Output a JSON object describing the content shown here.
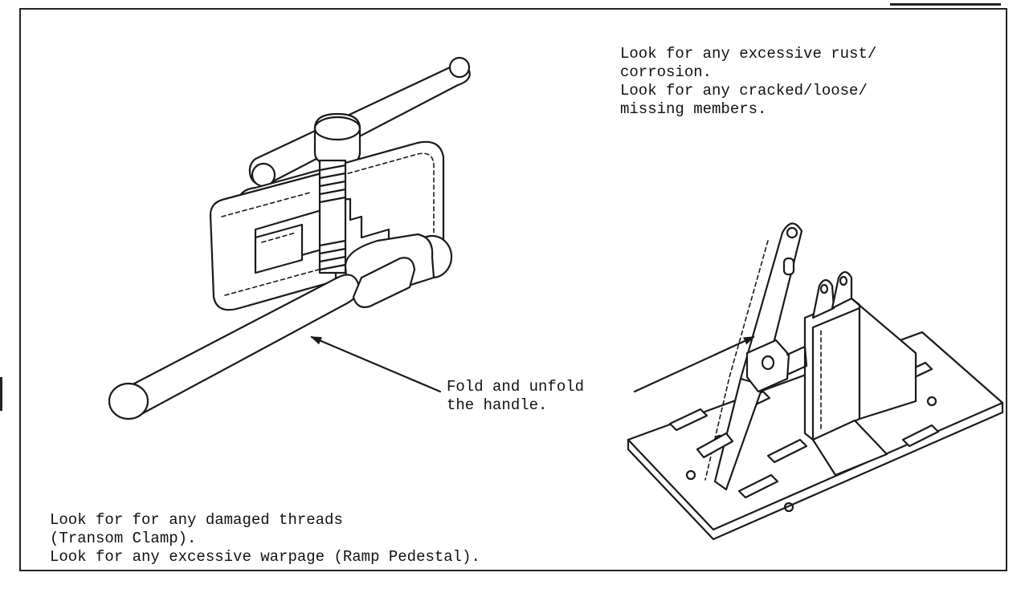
{
  "notes": {
    "rust_line_1": "Look for any excessive rust/",
    "rust_line_2": "corrosion.",
    "cracked_line_1": "Look for any cracked/loose/",
    "cracked_line_2": "missing members.",
    "fold_line_1": "Fold and unfold",
    "fold_line_2": "the handle.",
    "threads_line_1": "Look for for any damaged threads",
    "threads_line_2": "(Transom Clamp).",
    "warpage_line": "Look for any excessive warpage (Ramp Pedestal)."
  },
  "illustrations": {
    "left": "transom-clamp",
    "right": "ramp-pedestal"
  }
}
